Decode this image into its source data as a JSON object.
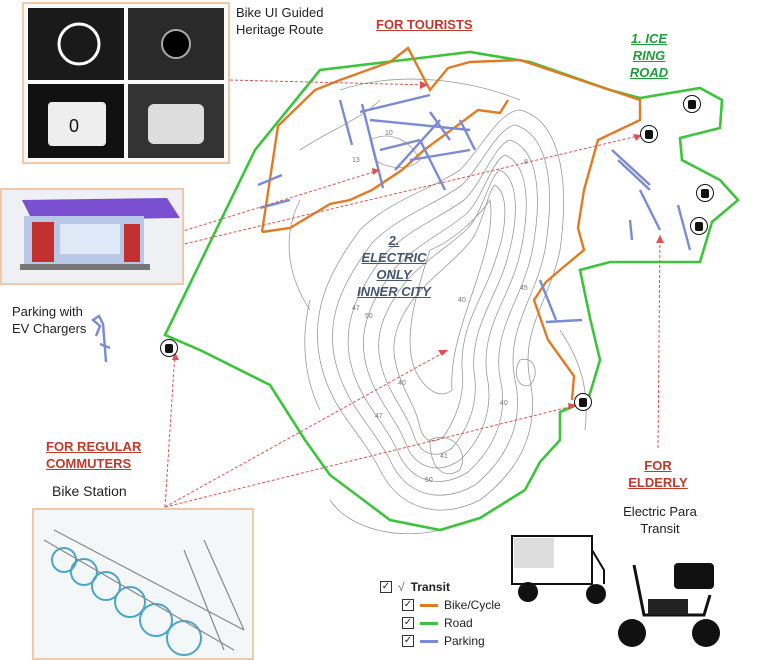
{
  "labels": {
    "bike_ui": "Bike UI Guided Heritage Route",
    "for_tourists": "FOR TOURISTS",
    "ice_ring_road": "1. ICE RING ROAD",
    "electric_only": "2. ELECTRIC ONLY INNER CITY",
    "parking_ev": "Parking with EV Chargers",
    "for_regular": "FOR REGULAR COMMUTERS",
    "bike_station": "Bike Station",
    "for_elderly": "FOR ELDERLY",
    "electric_para": "Electric Para Transit"
  },
  "contour_labels": [
    "10",
    "13",
    "8",
    "40",
    "50",
    "47",
    "40",
    "47",
    "50",
    "40",
    "41",
    "45"
  ],
  "legend": {
    "title": "Transit",
    "items": [
      {
        "label": "Bike/Cycle",
        "color": "#e07b24"
      },
      {
        "label": "Road",
        "color": "#3cc43c"
      },
      {
        "label": "Parking",
        "color": "#7a8ad4"
      }
    ]
  },
  "colors": {
    "road": "#3cc43c",
    "bike": "#e07b24",
    "parking": "#7a8ad4",
    "arrow": "#e05050",
    "heading_red": "#c0392b"
  },
  "icons": [
    "bus-stop-icon",
    "ev-charger-icon",
    "checkbox-icon"
  ]
}
